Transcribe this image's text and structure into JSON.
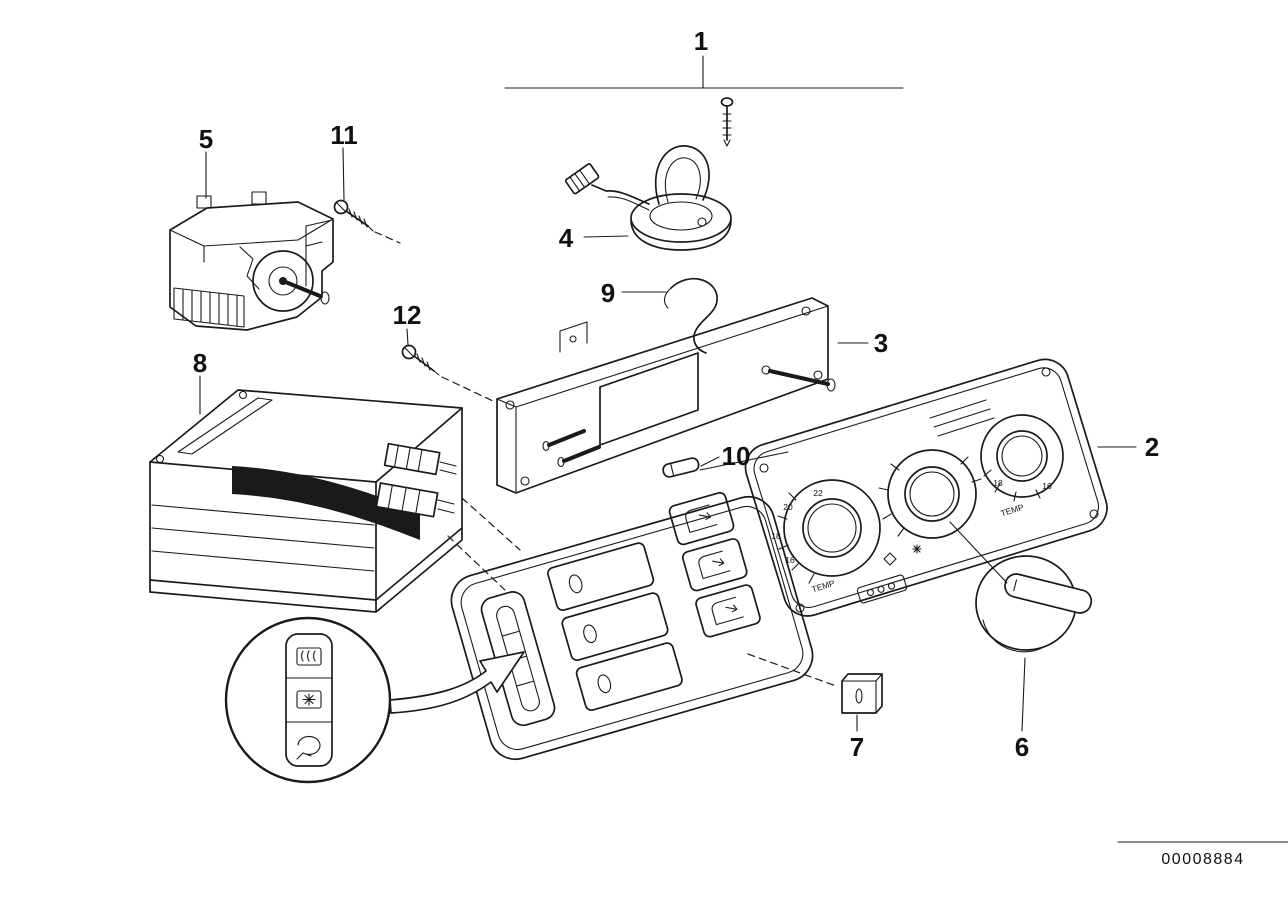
{
  "callouts": {
    "p1": "1",
    "p2": "2",
    "p3": "3",
    "p4": "4",
    "p5": "5",
    "p6": "6",
    "p7": "7",
    "p8": "8",
    "p9": "9",
    "p10": "10",
    "p11": "11",
    "p12": "12"
  },
  "faceplate": {
    "temp_label_left": "TEMP",
    "temp_label_right": "TEMP",
    "left_dial_ticks": [
      "16",
      "18",
      "20",
      "22"
    ],
    "right_dial_ticks": [
      "18",
      "16"
    ]
  },
  "footer": {
    "part_code": "00008884"
  }
}
